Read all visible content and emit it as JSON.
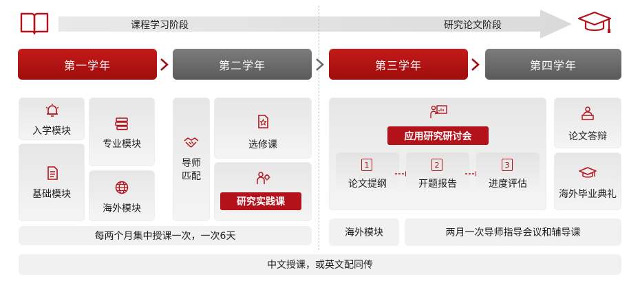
{
  "header": {
    "stage_course": "课程学习阶段",
    "stage_research": "研究论文阶段",
    "icon_left": "open-book-icon",
    "icon_right": "graduation-cap-icon"
  },
  "years": [
    "第一学年",
    "第二学年",
    "第三学年",
    "第四学年"
  ],
  "year1": {
    "enrollment": "入学模块",
    "professional": "专业模块",
    "foundation": "基础模块",
    "overseas": "海外模块",
    "note": "每两个月集中授课一次，一次6天"
  },
  "year2": {
    "mentor": "导师\n匹配",
    "elective": "选修课",
    "practice": "研究实践课"
  },
  "year3": {
    "seminar": "应用研究研讨会",
    "steps": [
      {
        "num": "1",
        "label": "论文提纲"
      },
      {
        "num": "2",
        "label": "开题报告"
      },
      {
        "num": "3",
        "label": "进度评估"
      }
    ],
    "overseas": "海外模块",
    "meeting": "两月一次导师指导会议和辅导课"
  },
  "year4": {
    "defense": "论文答辩",
    "ceremony": "海外毕业典礼"
  },
  "footer": "中文授课，或英文配同传",
  "colors": {
    "accent": "#b3121b",
    "dark_gray": "#666666"
  }
}
